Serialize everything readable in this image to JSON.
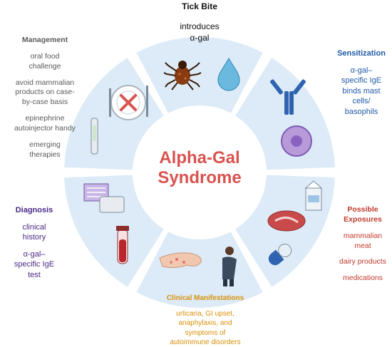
{
  "center": {
    "line1": "Alpha-Gal",
    "line2": "Syndrome"
  },
  "tick_bite": {
    "heading": "Tick Bite",
    "lines": [
      "introduces",
      "α-gal"
    ]
  },
  "management": {
    "heading": "Management",
    "items": [
      "oral food",
      "challenge",
      "avoid mammalian",
      "products on case-",
      "by-case basis",
      "epinephrine",
      "autoinjector handy",
      "emerging",
      "therapies"
    ]
  },
  "sensitization": {
    "heading": "Sensitization",
    "lines": [
      "α-gal–",
      "specific IgE",
      "binds mast",
      "cells/",
      "basophils"
    ]
  },
  "diagnosis": {
    "heading": "Diagnosis",
    "lines": [
      "clinical",
      "history",
      "α-gal–",
      "specific IgE",
      "test"
    ]
  },
  "possible_exposures": {
    "heading_lines": [
      "Possible",
      "Exposures"
    ],
    "lines": [
      "mammalian",
      "meat",
      "dairy products",
      "medications"
    ]
  },
  "clinical_manifestations": {
    "heading": "Clinical Manifestations",
    "lines": [
      "urticaria, GI upset,",
      "anaphylaxis, and",
      "symptoms of",
      "autoimmune disorders"
    ]
  },
  "colors": {
    "ring_fill": "#dcebf7",
    "center_text": "#d9534f",
    "management": "#6b6b6b",
    "sensitization": "#1f5aa6",
    "diagnosis": "#4a2a86",
    "exposures": "#c0392b",
    "clinical": "#d9910a"
  }
}
